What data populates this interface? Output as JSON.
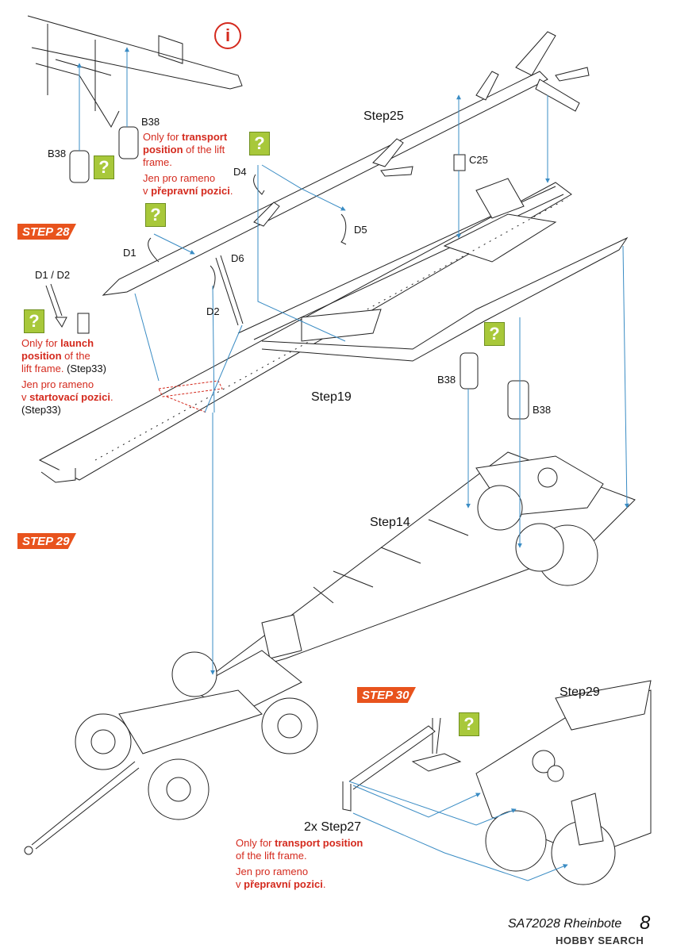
{
  "info_icon": "info-icon",
  "help_icon": "question-mark-icon",
  "colors": {
    "accent": "#e8531d",
    "note_red": "#d42a1e",
    "help_green": "#a8c83a",
    "leader_blue": "#3a8cc4"
  },
  "steps": {
    "s28": "STEP 28",
    "s29": "STEP 29",
    "s30": "STEP 30",
    "dot": "."
  },
  "labels": {
    "step25": "Step25",
    "step19": "Step19",
    "step14": "Step14",
    "step29": "Step29",
    "step27": "2x Step27",
    "b38": "B38",
    "c25": "C25",
    "d4": "D4",
    "d5": "D5",
    "d1": "D1",
    "d2": "D2",
    "d6": "D6",
    "d1d2": "D1 / D2"
  },
  "notes": {
    "transport_top": {
      "l1a": "Only for ",
      "l1b": "transport",
      "l2a": "position",
      "l2b": " of the lift",
      "l3": "frame.",
      "l4": "Jen pro rameno",
      "l5a": "v ",
      "l5b": "přepravní pozici",
      "l5c": "."
    },
    "launch": {
      "l1a": "Only for ",
      "l1b": "launch",
      "l2a": "position",
      "l2b": " of the",
      "l3": "lift frame.",
      "l3b": " (Step33)",
      "l4": "Jen pro rameno",
      "l5a": "v ",
      "l5b": "startovací pozici",
      "l5c": ".",
      "l6": "(Step33)"
    },
    "transport_bottom": {
      "l1a": "Only for ",
      "l1b": "transport position",
      "l2": "of the lift frame.",
      "l3": "Jen pro rameno",
      "l4a": "v ",
      "l4b": "přepravní pozici",
      "l4c": "."
    }
  },
  "footer": {
    "title": "SA72028 Rheinbote",
    "page": "8"
  },
  "watermark": "HOBBY SEARCH"
}
